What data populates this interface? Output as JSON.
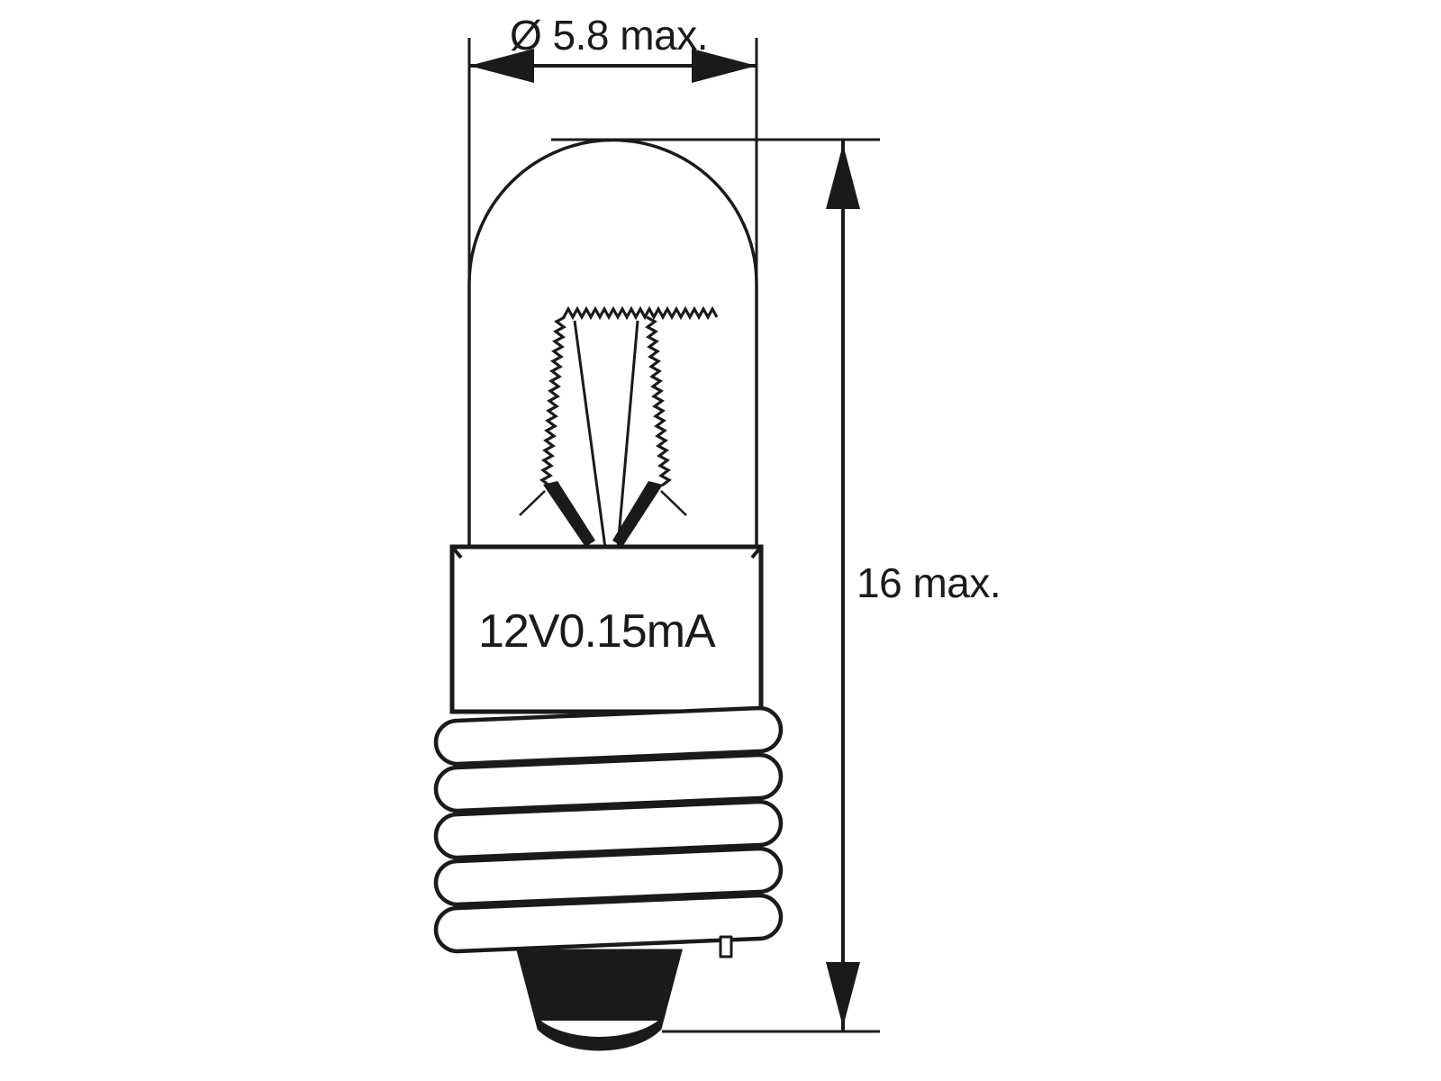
{
  "drawing": {
    "type": "technical-dimension-drawing",
    "subject": "miniature screw base incandescent lamp",
    "background_color": "#ffffff",
    "line_color": "#1a1a1a",
    "fill_color": "#1c1a18"
  },
  "dimensions": {
    "diameter": {
      "label": "Ø 5.8 max.",
      "value": 5.8,
      "unit": "mm",
      "qualifier": "max.",
      "symbol": "Ø",
      "orientation": "horizontal",
      "position": "top"
    },
    "height": {
      "label": "16 max.",
      "value": 16,
      "unit": "mm",
      "qualifier": "max.",
      "orientation": "vertical",
      "position": "right"
    }
  },
  "markings": {
    "base_text": "12V0.15mA",
    "voltage": "12V",
    "current": "0.15mA"
  },
  "parts": {
    "glass_envelope": "glass-envelope",
    "dome": "dome-top",
    "filament": "coiled-filament",
    "lead_wires": "lead-wires",
    "support_posts": "support-posts",
    "metal_collar": "metal-collar",
    "screw_thread": "screw-thread-e10",
    "bottom_contact": "bottom-contact"
  }
}
